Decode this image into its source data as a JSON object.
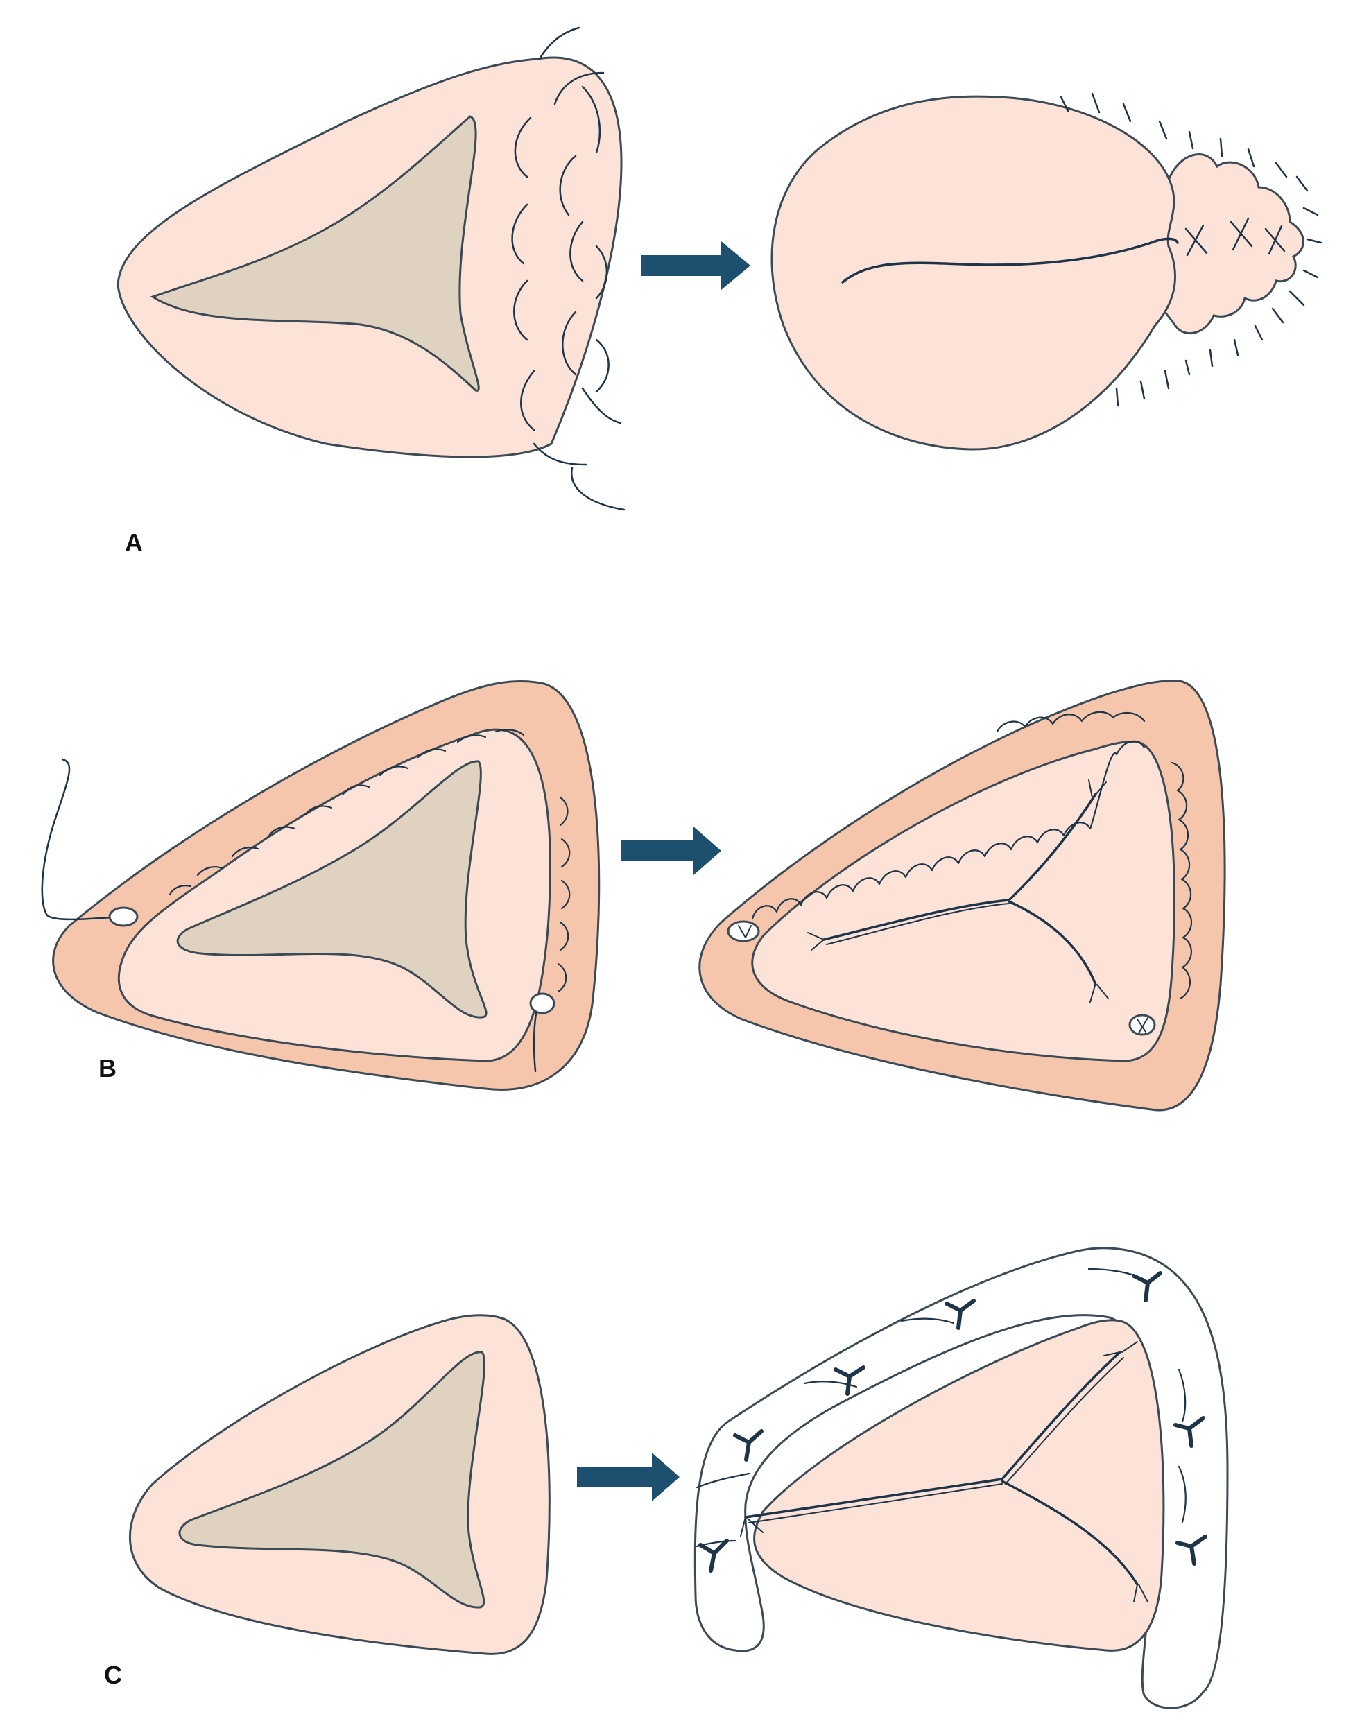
{
  "figure": {
    "panels": [
      {
        "id": "a",
        "label": "A"
      },
      {
        "id": "b",
        "label": "B"
      },
      {
        "id": "c",
        "label": "C"
      }
    ]
  },
  "colors": {
    "tissue": "#fde3d7",
    "tissue_ring": "#f5c6ac",
    "lumen": "#e0d2c1",
    "outline": "#3b4a55",
    "arrow": "#1d4f6e",
    "suture": "#1e3448",
    "bolster": "#ffffff",
    "label": "#111111"
  },
  "icons": {
    "arrow": "arrow-right-icon",
    "stitch": "suture-stitch-icon",
    "pledget": "pledget-icon"
  }
}
